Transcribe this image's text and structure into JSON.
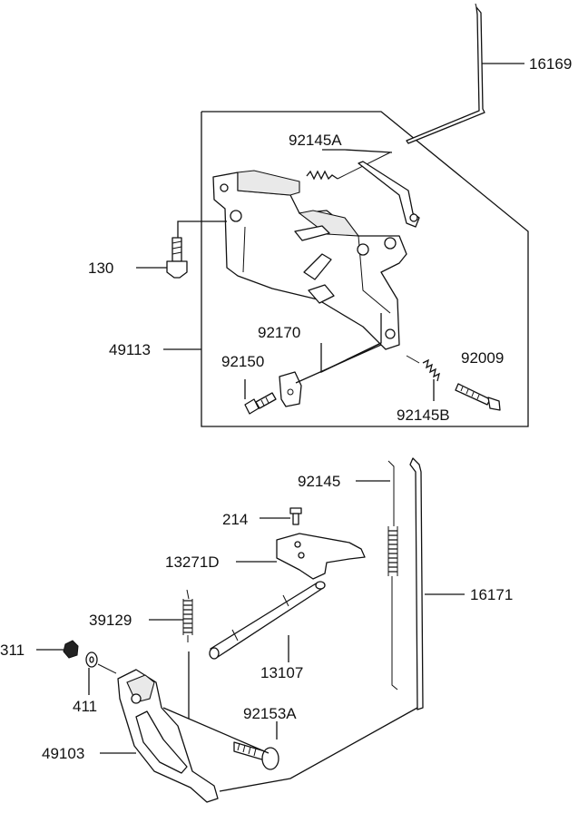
{
  "callouts": {
    "c16169": "16169",
    "c92145A": "92145A",
    "c130": "130",
    "c49113": "49113",
    "c92170": "92170",
    "c92150": "92150",
    "c92009": "92009",
    "c92145B": "92145B",
    "c92145": "92145",
    "c214": "214",
    "c13271D": "13271D",
    "c16171": "16171",
    "c39129": "39129",
    "c311": "311",
    "c411": "411",
    "c13107": "13107",
    "c92153A": "92153A",
    "c49103": "49103"
  }
}
